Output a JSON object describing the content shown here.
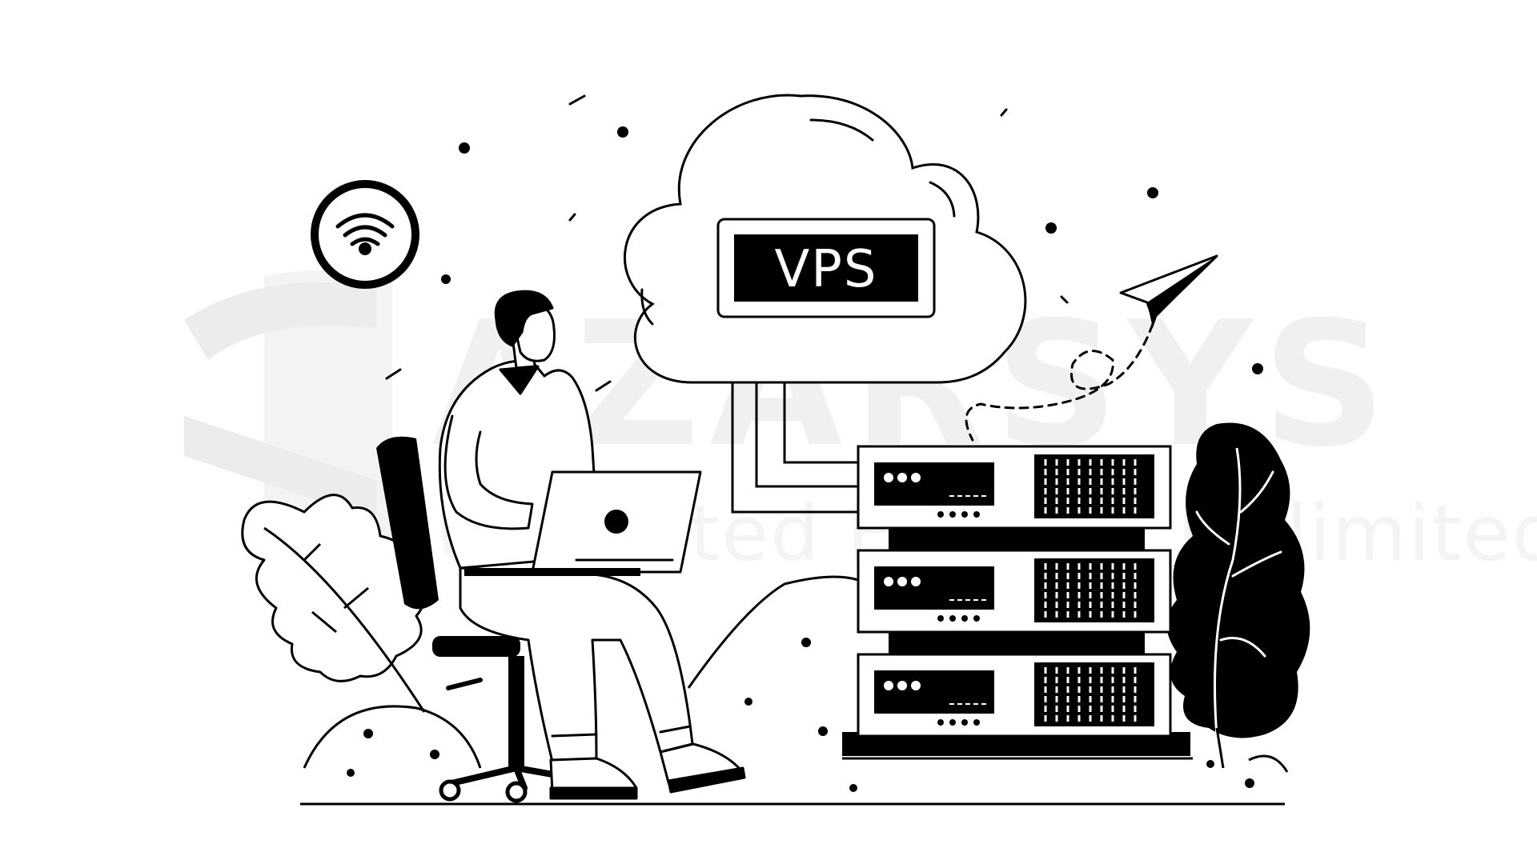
{
  "watermark": {
    "brand": "AZARSYS",
    "tagline": "Unlimited Hosting Unlimited",
    "color": "#f2f2f2"
  },
  "cloud": {
    "label": "VPS"
  },
  "colors": {
    "ink": "#000000",
    "paper": "#ffffff"
  },
  "icons": [
    "wifi-icon",
    "paper-plane-icon",
    "laptop-icon",
    "server-rack-icon",
    "office-chair-icon"
  ]
}
